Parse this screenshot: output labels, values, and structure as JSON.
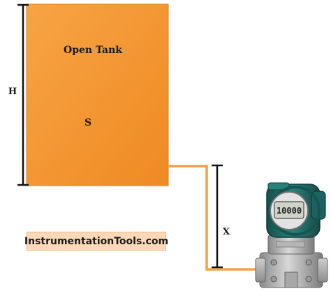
{
  "tank": {
    "title": "Open Tank",
    "fluid_symbol": "S"
  },
  "dimensions": {
    "tank_height_label": "H",
    "transmitter_offset_label": "X"
  },
  "transmitter": {
    "display_reading": "10000"
  },
  "source": {
    "text": "InstrumentationTools.com"
  },
  "colors": {
    "tank_fill": "#f59a35",
    "impulse_line": "#f0a050",
    "transmitter_housing": "#1f6f6a",
    "source_box_fill": "#fbd8b8"
  }
}
